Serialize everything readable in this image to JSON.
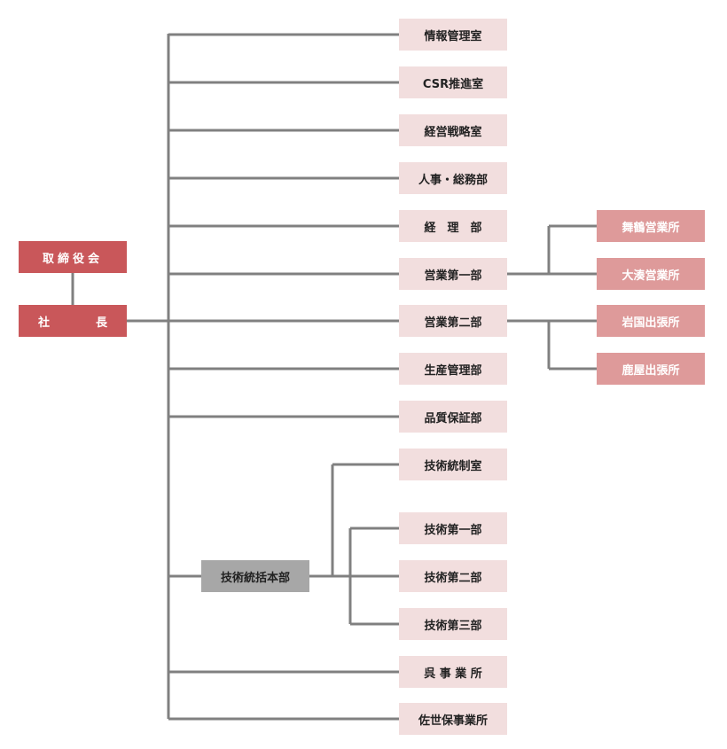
{
  "diagram_type": "organization-chart",
  "colors": {
    "line": "#808080",
    "exec": "#c9575a",
    "department": "#f2dede",
    "branch": "#de9a9a",
    "hq": "#a7a7a7"
  },
  "executives": {
    "board": "取締役会",
    "president_char1": "社",
    "president_char2": "長"
  },
  "departments": {
    "info_mgmt": "情報管理室",
    "csr": "CSR推進室",
    "strategy": "経営戦略室",
    "hr_general": "人事・総務部",
    "accounting": "経　理　部",
    "sales1": "営業第一部",
    "sales2": "営業第二部",
    "production": "生産管理部",
    "quality": "品質保証部",
    "kure": "呉 事 業 所",
    "sasebo": "佐世保事業所"
  },
  "branches": {
    "maizuru": "舞鶴営業所",
    "ominato": "大湊営業所",
    "iwakuni": "岩国出張所",
    "kanoya": "鹿屋出張所"
  },
  "tech_hq": {
    "title": "技術統括本部",
    "control": "技術統制室",
    "tech1": "技術第一部",
    "tech2": "技術第二部",
    "tech3": "技術第三部"
  }
}
